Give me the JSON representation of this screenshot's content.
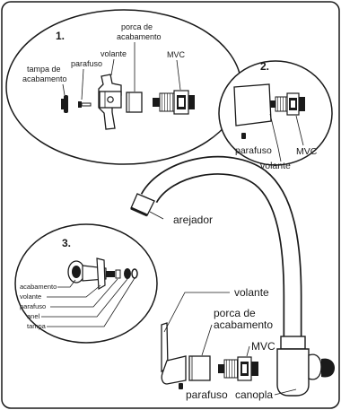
{
  "panel1": {
    "number": "1.",
    "labels": {
      "tampa_l1": "tampa de",
      "tampa_l2": "acabamento",
      "parafuso": "parafuso",
      "volante": "volante",
      "porca_l1": "porca de",
      "porca_l2": "acabamento",
      "mvc": "MVC"
    }
  },
  "panel2": {
    "number": "2.",
    "labels": {
      "parafuso": "parafuso",
      "volante": "volante",
      "mvc": "MVC"
    }
  },
  "panel3": {
    "number": "3.",
    "labels": {
      "acabamento": "acabamento",
      "volante": "volante",
      "parafuso": "parafuso",
      "anel": "anel",
      "tampa": "tampa"
    }
  },
  "main": {
    "labels": {
      "arejador": "arejador",
      "volante": "volante",
      "porca_l1": "porca de",
      "porca_l2": "acabamento",
      "mvc": "MVC",
      "parafuso": "parafuso",
      "canopla": "canopla"
    }
  }
}
